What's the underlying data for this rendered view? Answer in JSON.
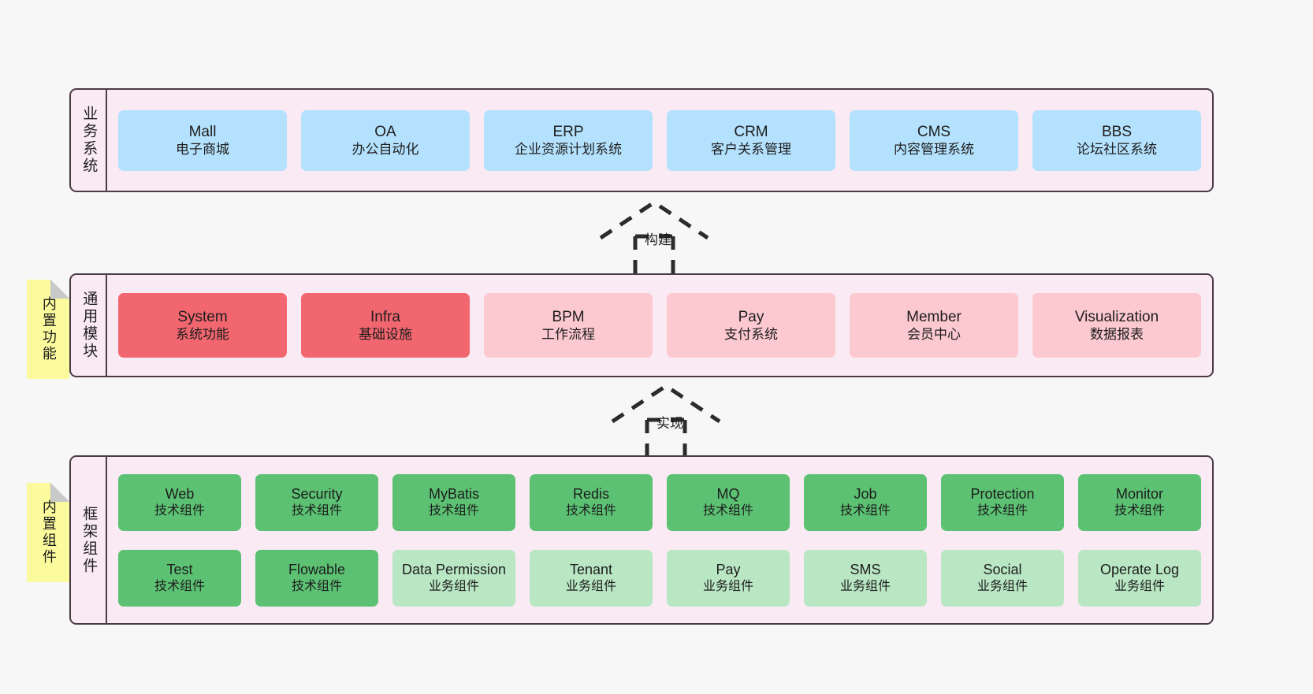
{
  "diagram": {
    "title_hidden": "",
    "colors": {
      "background": "#f7f7f7",
      "layer_fill": "#f9eaf3",
      "layer_border": "#4a3b45",
      "business_node": "#b4e1fd",
      "module_core": "#f2666f",
      "module_optional": "#fcc9d0",
      "framework_tech": "#5cc173",
      "framework_business": "#b9e6c3",
      "note_fill": "#fbfa9c"
    }
  },
  "notes": [
    {
      "name": "builtin-functions",
      "label": "内置功能"
    },
    {
      "name": "builtin-components",
      "label": "内置组件"
    }
  ],
  "arrows": [
    {
      "name": "build-arrow",
      "label": "构建"
    },
    {
      "name": "implement-arrow",
      "label": "实现"
    }
  ],
  "layers": {
    "business": {
      "label": "业务系统",
      "nodes": [
        {
          "en": "Mall",
          "cn": "电子商城"
        },
        {
          "en": "OA",
          "cn": "办公自动化"
        },
        {
          "en": "ERP",
          "cn": "企业资源计划系统"
        },
        {
          "en": "CRM",
          "cn": "客户关系管理"
        },
        {
          "en": "CMS",
          "cn": "内容管理系统"
        },
        {
          "en": "BBS",
          "cn": "论坛社区系统"
        }
      ]
    },
    "modules": {
      "label": "通用模块",
      "nodes": [
        {
          "en": "System",
          "cn": "系统功能",
          "style": "red"
        },
        {
          "en": "Infra",
          "cn": "基础设施",
          "style": "red"
        },
        {
          "en": "BPM",
          "cn": "工作流程",
          "style": "pink"
        },
        {
          "en": "Pay",
          "cn": "支付系统",
          "style": "pink"
        },
        {
          "en": "Member",
          "cn": "会员中心",
          "style": "pink"
        },
        {
          "en": "Visualization",
          "cn": "数据报表",
          "style": "pink"
        }
      ]
    },
    "framework": {
      "label": "框架组件",
      "row1": [
        {
          "en": "Web",
          "cn": "技术组件",
          "style": "green"
        },
        {
          "en": "Security",
          "cn": "技术组件",
          "style": "green"
        },
        {
          "en": "MyBatis",
          "cn": "技术组件",
          "style": "green"
        },
        {
          "en": "Redis",
          "cn": "技术组件",
          "style": "green"
        },
        {
          "en": "MQ",
          "cn": "技术组件",
          "style": "green"
        },
        {
          "en": "Job",
          "cn": "技术组件",
          "style": "green"
        },
        {
          "en": "Protection",
          "cn": "技术组件",
          "style": "green"
        },
        {
          "en": "Monitor",
          "cn": "技术组件",
          "style": "green"
        }
      ],
      "row2": [
        {
          "en": "Test",
          "cn": "技术组件",
          "style": "green"
        },
        {
          "en": "Flowable",
          "cn": "技术组件",
          "style": "green"
        },
        {
          "en": "Data Permission",
          "cn": "业务组件",
          "style": "lgreen"
        },
        {
          "en": "Tenant",
          "cn": "业务组件",
          "style": "lgreen"
        },
        {
          "en": "Pay",
          "cn": "业务组件",
          "style": "lgreen"
        },
        {
          "en": "SMS",
          "cn": "业务组件",
          "style": "lgreen"
        },
        {
          "en": "Social",
          "cn": "业务组件",
          "style": "lgreen"
        },
        {
          "en": "Operate Log",
          "cn": "业务组件",
          "style": "lgreen"
        }
      ]
    }
  }
}
